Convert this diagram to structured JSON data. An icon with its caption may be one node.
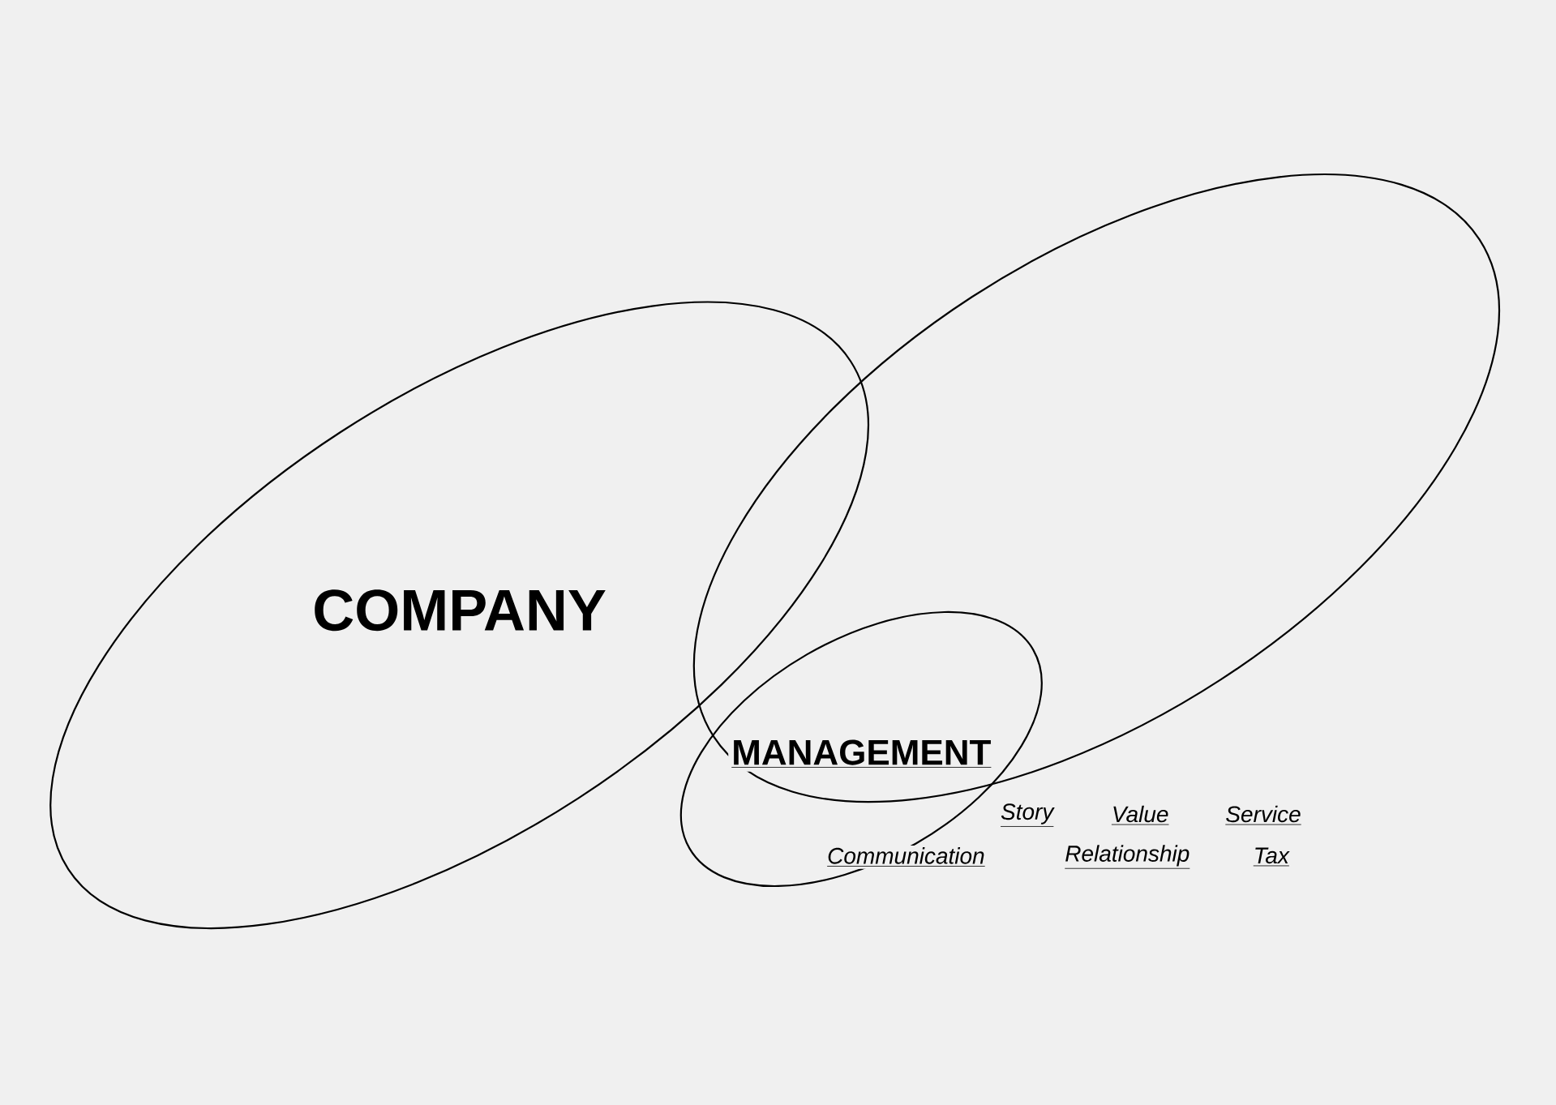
{
  "diagram": {
    "nodes": [
      {
        "text": [
          "COMPANY"
        ]
      },
      {
        "text": [],
        "shape": "ellipse"
      },
      {
        "text": [
          "MANAGEMENT"
        ]
      }
    ],
    "edges": [],
    "labels": [
      "Story",
      "Value",
      "Service",
      "Communication",
      "Relationship",
      "Tax"
    ]
  }
}
